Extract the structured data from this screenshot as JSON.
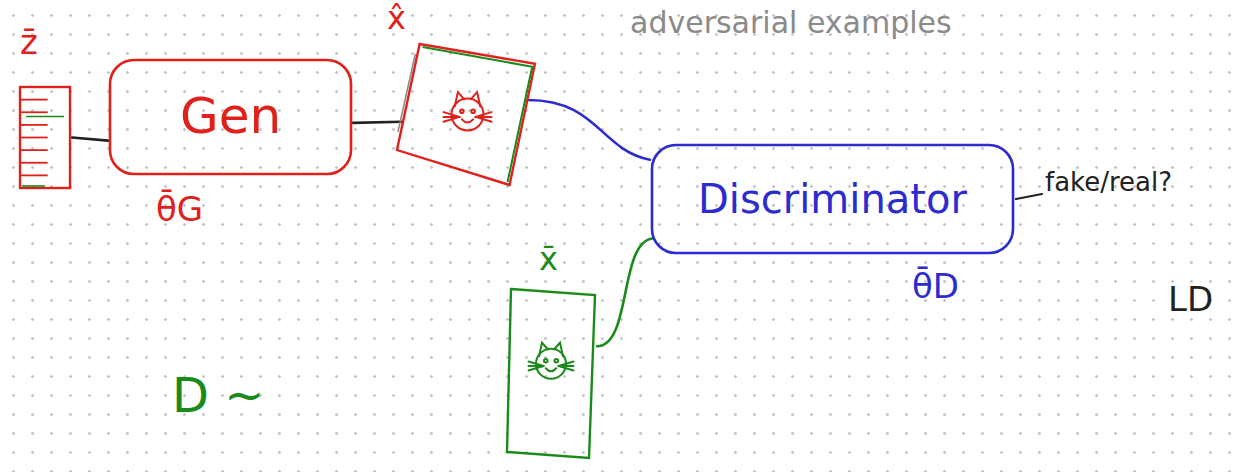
{
  "diagram": {
    "title": "adversarial examples",
    "nodes": [
      {
        "text": [
          "z̄"
        ]
      },
      {
        "text": [
          "Gen",
          "θ̄G"
        ]
      },
      {
        "text": [
          "x̂"
        ]
      },
      {
        "text": [
          "x̄"
        ]
      },
      {
        "text": [
          "Discriminator",
          "θ̄D"
        ]
      }
    ],
    "edges": [
      {
        "from": 0,
        "to": 1,
        "arrow": "none"
      },
      {
        "from": 1,
        "to": 2,
        "arrow": "none"
      },
      {
        "from": 2,
        "to": 4,
        "arrow": "none"
      },
      {
        "from": 3,
        "to": 4,
        "arrow": "none"
      }
    ],
    "labels": [
      "fake/real?",
      "LD",
      "D ~"
    ]
  }
}
